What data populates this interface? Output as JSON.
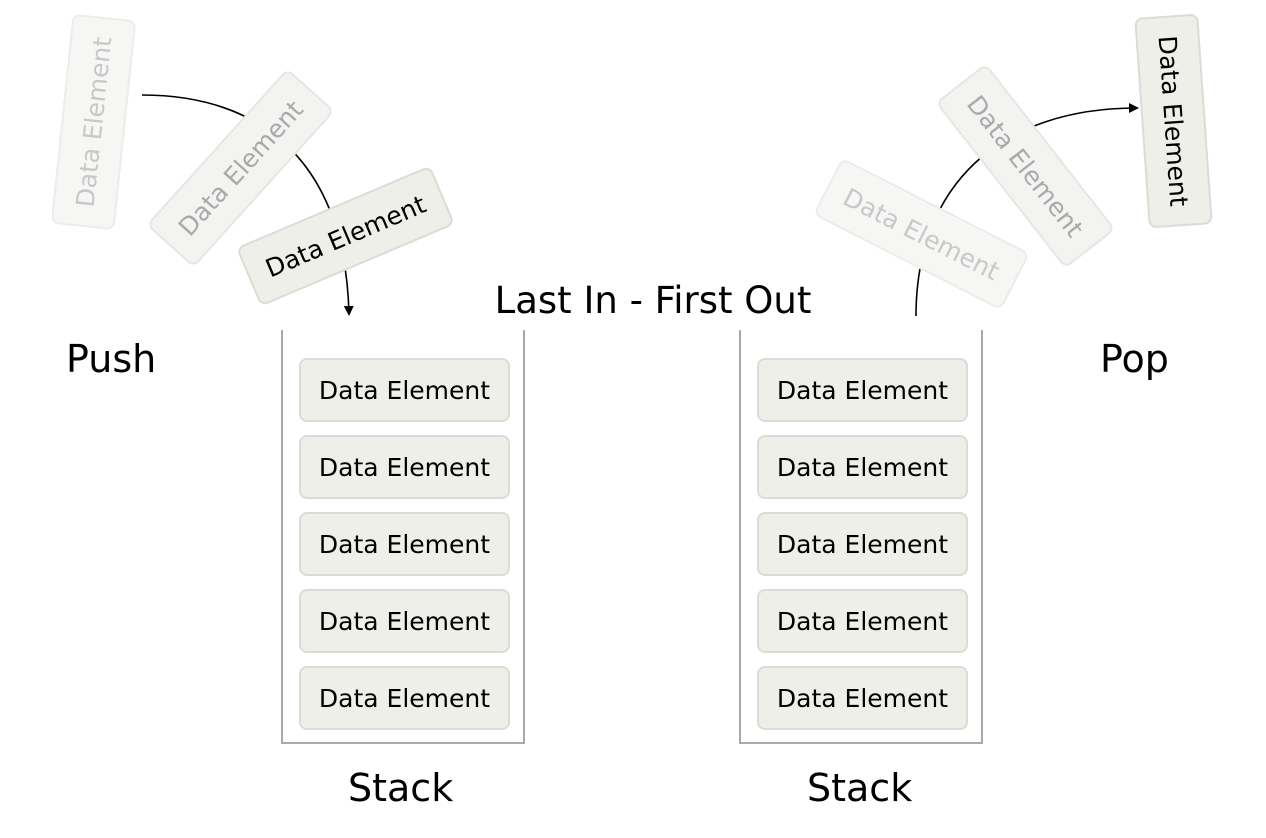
{
  "title": "Last In - First Out",
  "push_label": "Push",
  "pop_label": "Pop",
  "left_stack": {
    "label": "Stack",
    "elements": [
      "Data Element",
      "Data Element",
      "Data Element",
      "Data Element",
      "Data Element"
    ]
  },
  "right_stack": {
    "label": "Stack",
    "elements": [
      "Data Element",
      "Data Element",
      "Data Element",
      "Data Element",
      "Data Element"
    ]
  },
  "push_elements": [
    "Data Element",
    "Data Element",
    "Data Element"
  ],
  "pop_elements": [
    "Data Element",
    "Data Element",
    "Data Element"
  ],
  "colors": {
    "element_fill": "#efefea",
    "element_border": "#dcdcd6",
    "stack_border": "#a9a9a9",
    "arrow": "#000000"
  }
}
